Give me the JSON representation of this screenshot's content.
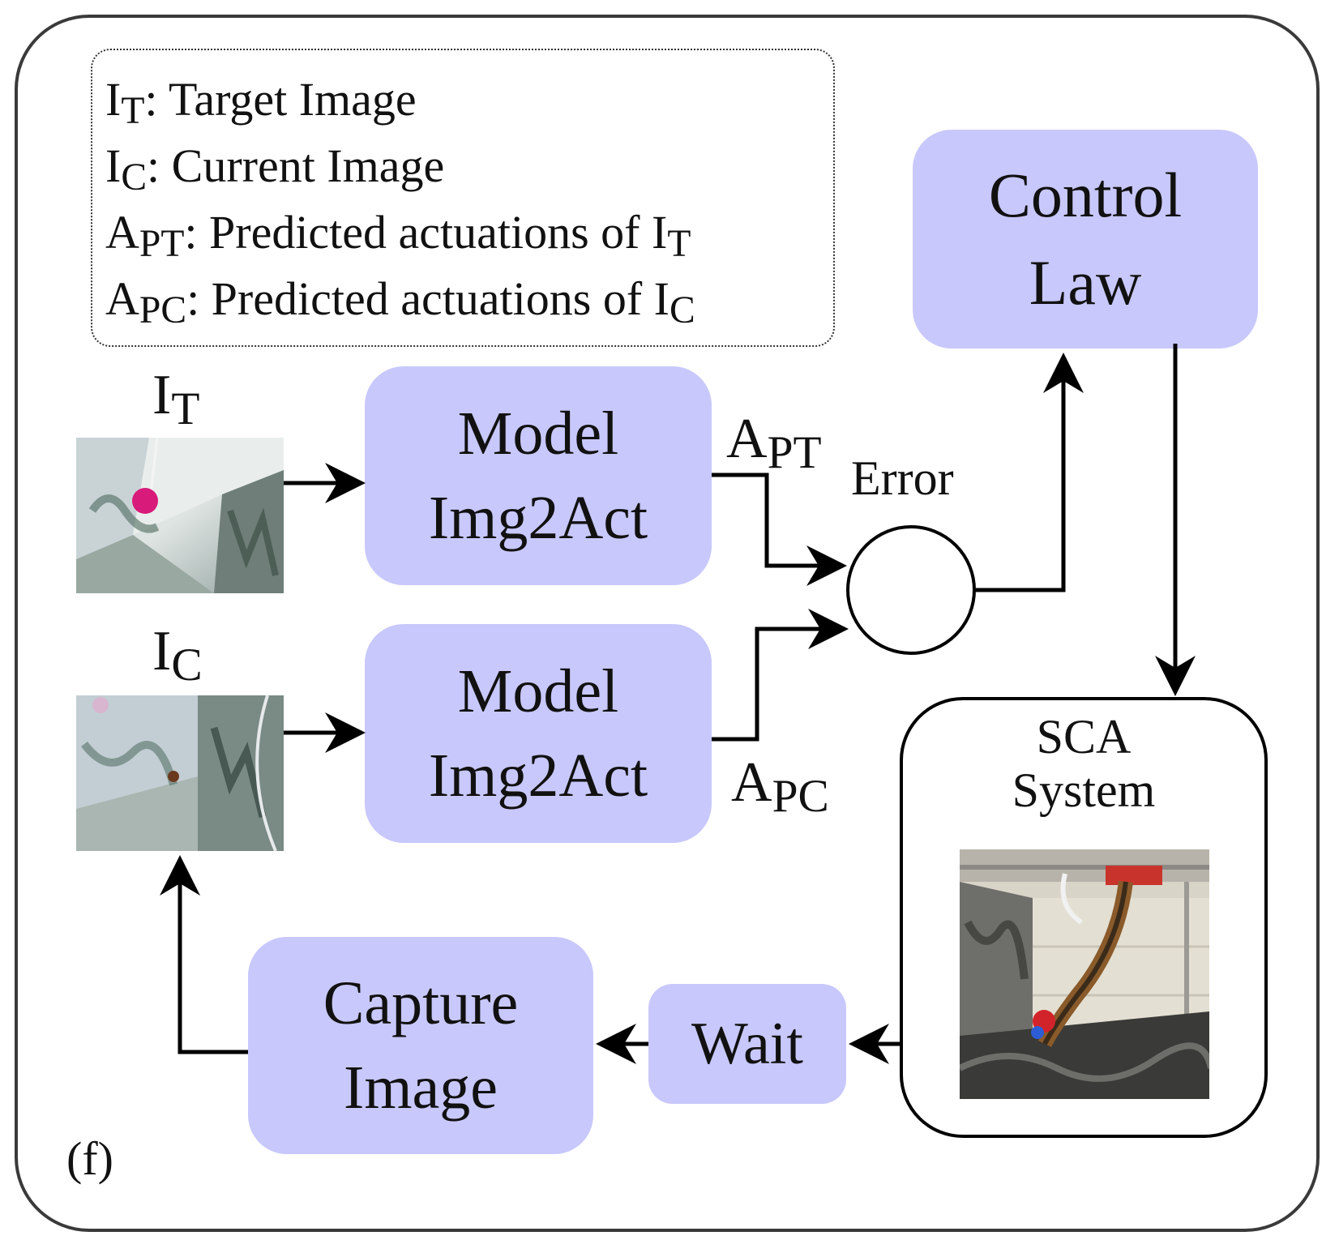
{
  "legend": [
    {
      "main": "I",
      "sub": "T",
      "text": ": Target Image",
      "tail_main": "",
      "tail_sub": ""
    },
    {
      "main": "I",
      "sub": "C",
      "text": ": Current Image",
      "tail_main": "",
      "tail_sub": ""
    },
    {
      "main": "A",
      "sub": "PT",
      "text": ": Predicted actuations of ",
      "tail_main": "I",
      "tail_sub": "T"
    },
    {
      "main": "A",
      "sub": "PC",
      "text": ": Predicted actuations of ",
      "tail_main": "I",
      "tail_sub": "C"
    }
  ],
  "labels": {
    "it": {
      "main": "I",
      "sub": "T"
    },
    "ic": {
      "main": "I",
      "sub": "C"
    },
    "apt": {
      "main": "A",
      "sub": "PT"
    },
    "apc": {
      "main": "A",
      "sub": "PC"
    },
    "error": "Error",
    "plus": "+",
    "minus": "-",
    "panel": "(f)"
  },
  "boxes": {
    "model_top": {
      "line1": "Model",
      "line2": "Img2Act"
    },
    "model_bottom": {
      "line1": "Model",
      "line2": "Img2Act"
    },
    "control_law": {
      "line1": "Control",
      "line2": "Law"
    },
    "capture_image": {
      "line1": "Capture",
      "line2": "Image"
    },
    "wait": "Wait",
    "sca_system": {
      "line1": "SCA",
      "line2": "System"
    }
  },
  "colors": {
    "box_fill": "#c8c8fc",
    "line": "#000000",
    "target_marker": "#d81b7a"
  },
  "icons": {
    "target_image": "camera-photo-target",
    "current_image": "camera-photo-current",
    "sca_photo": "robot-photo"
  }
}
